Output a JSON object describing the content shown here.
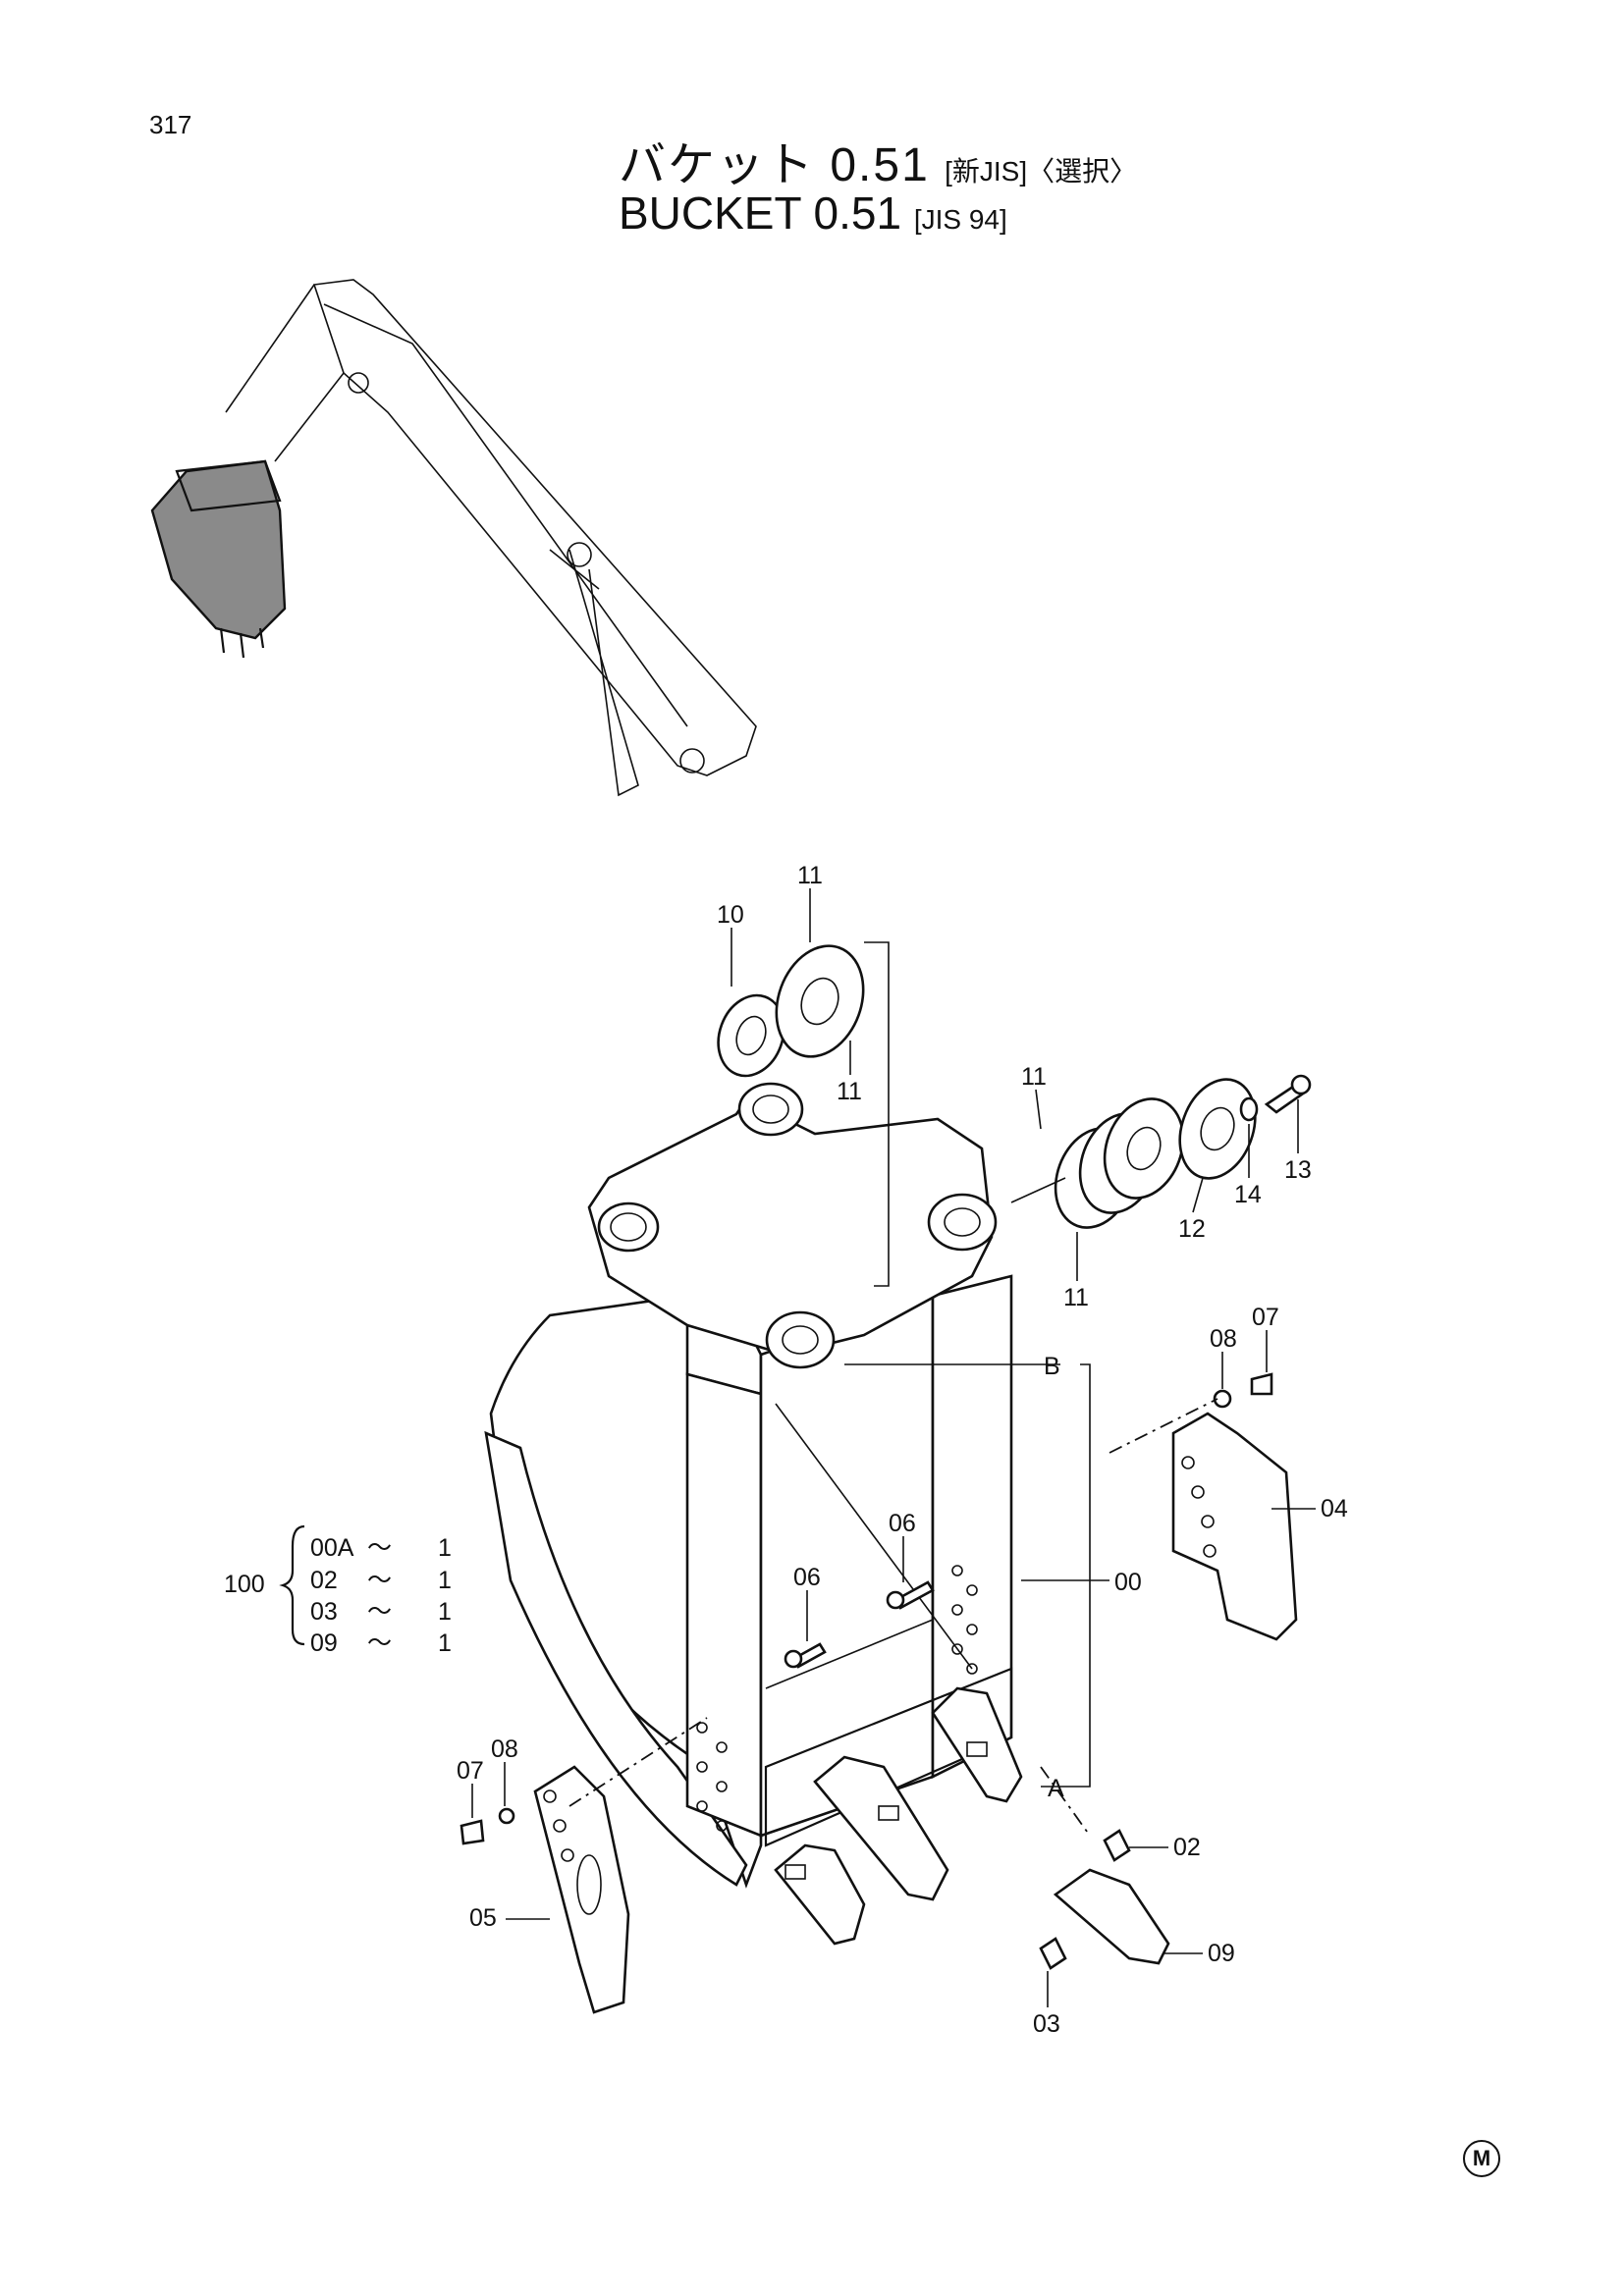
{
  "page_number": "317",
  "title": {
    "jp_main": "バケット 0.51",
    "jp_suffix": "[新JIS]〈選択〉",
    "en_main": "BUCKET  0.51",
    "en_suffix": "[JIS 94]"
  },
  "callouts": {
    "c11_top": "11",
    "c10": "10",
    "c11_left_low": "11",
    "c11_right_top": "11",
    "c11_right_low": "11",
    "c12": "12",
    "c13": "13",
    "c14": "14",
    "c08_right": "08",
    "c07_right": "07",
    "cB": "B",
    "c04": "04",
    "c06_a": "06",
    "c06_b": "06",
    "c00": "00",
    "cA": "A",
    "c07_left": "07",
    "c08_left": "08",
    "c05": "05",
    "c02": "02",
    "c09": "09",
    "c03": "03"
  },
  "assembly": {
    "code": "100",
    "items": [
      {
        "part": "00A",
        "sep": "～",
        "qty": "1"
      },
      {
        "part": "02",
        "sep": "～",
        "qty": "1"
      },
      {
        "part": "03",
        "sep": "～",
        "qty": "1"
      },
      {
        "part": "09",
        "sep": "～",
        "qty": "1"
      }
    ]
  },
  "manufacturer_mark": "M"
}
